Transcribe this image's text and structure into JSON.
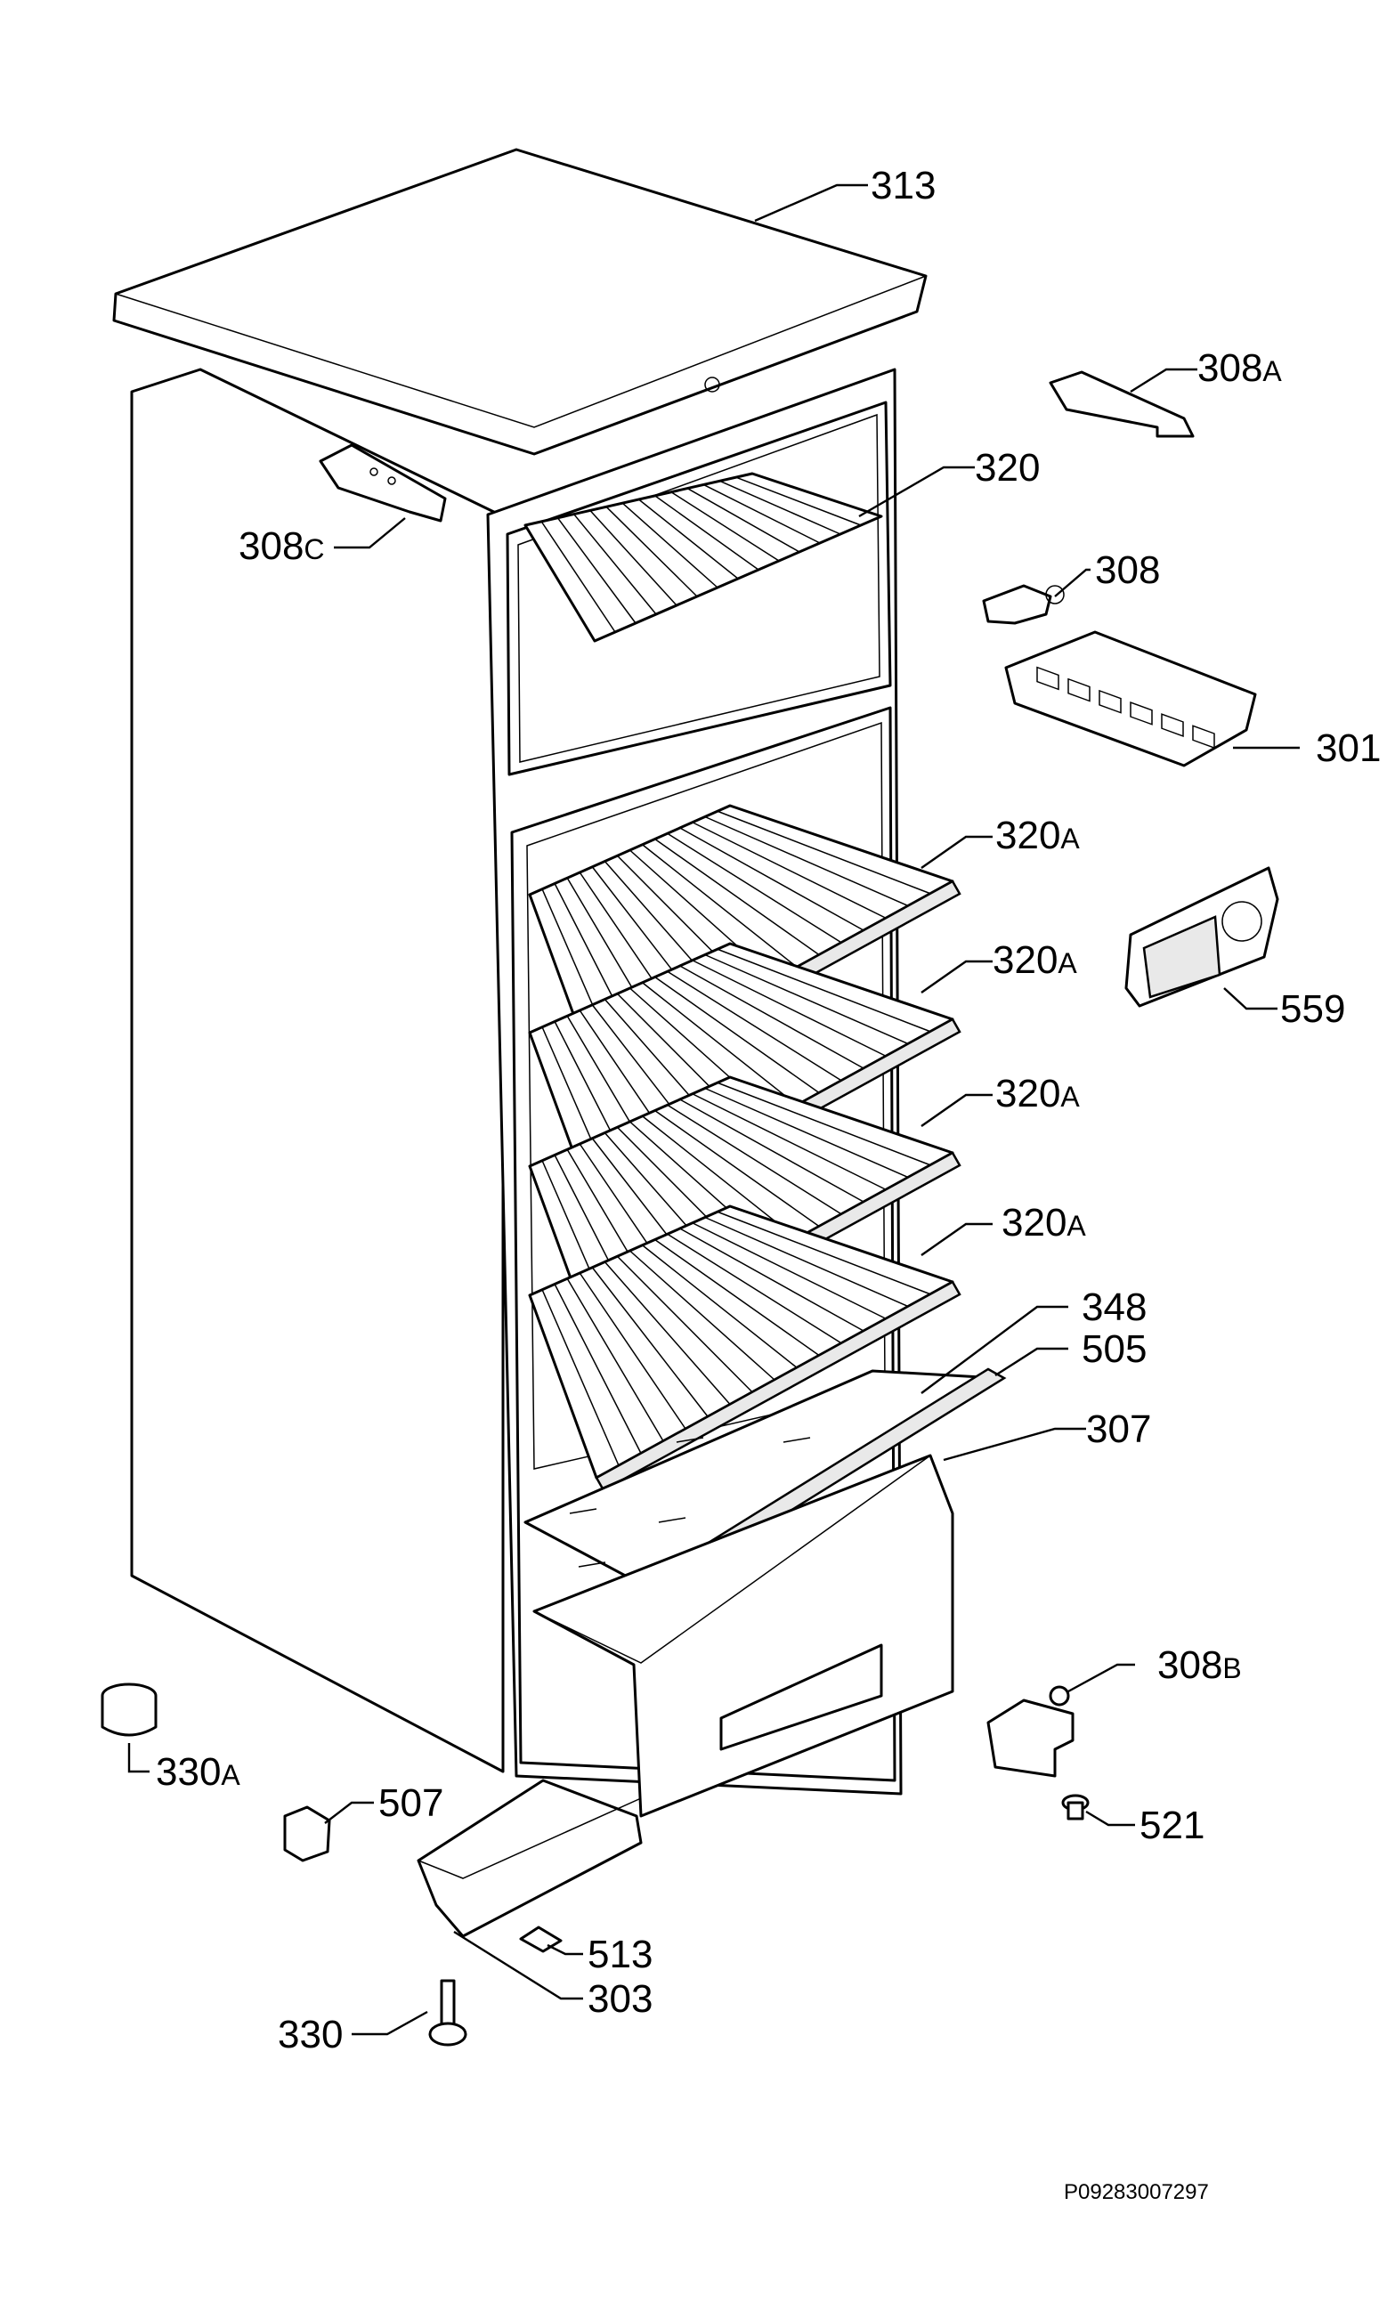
{
  "labels": [
    {
      "main": "313",
      "suffix": ""
    },
    {
      "main": "308",
      "suffix": "A"
    },
    {
      "main": "320",
      "suffix": ""
    },
    {
      "main": "308",
      "suffix": "C"
    },
    {
      "main": "308",
      "suffix": ""
    },
    {
      "main": "301",
      "suffix": ""
    },
    {
      "main": "320",
      "suffix": "A"
    },
    {
      "main": "320",
      "suffix": "A"
    },
    {
      "main": "559",
      "suffix": ""
    },
    {
      "main": "320",
      "suffix": "A"
    },
    {
      "main": "320",
      "suffix": "A"
    },
    {
      "main": "348",
      "suffix": ""
    },
    {
      "main": "505",
      "suffix": ""
    },
    {
      "main": "307",
      "suffix": ""
    },
    {
      "main": "308",
      "suffix": "B"
    },
    {
      "main": "330",
      "suffix": "A"
    },
    {
      "main": "507",
      "suffix": ""
    },
    {
      "main": "521",
      "suffix": ""
    },
    {
      "main": "513",
      "suffix": ""
    },
    {
      "main": "303",
      "suffix": ""
    },
    {
      "main": "330",
      "suffix": ""
    }
  ],
  "drawing_code": "P09283007297"
}
